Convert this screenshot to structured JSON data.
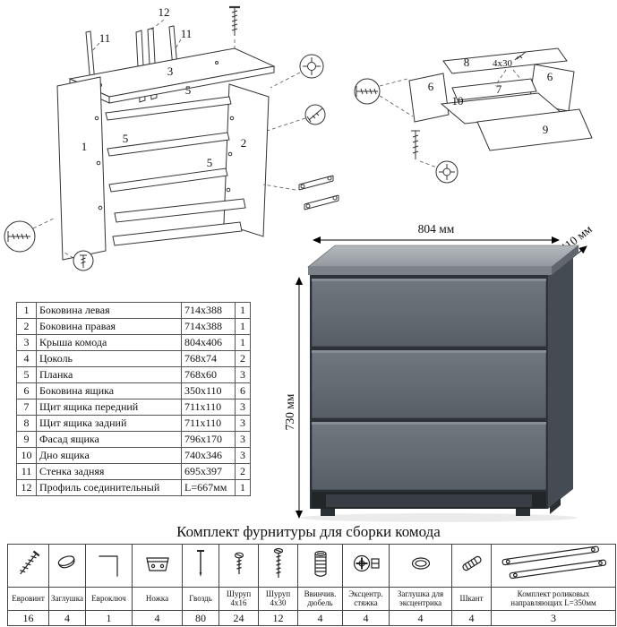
{
  "parts_table": {
    "rows": [
      {
        "num": "1",
        "name": "Боковина левая",
        "size": "714x388",
        "qty": "1"
      },
      {
        "num": "2",
        "name": "Боковина правая",
        "size": "714x388",
        "qty": "1"
      },
      {
        "num": "3",
        "name": "Крыша комода",
        "size": "804x406",
        "qty": "1"
      },
      {
        "num": "4",
        "name": "Цоколь",
        "size": "768x74",
        "qty": "2"
      },
      {
        "num": "5",
        "name": "Планка",
        "size": "768x60",
        "qty": "3"
      },
      {
        "num": "6",
        "name": "Боковина ящика",
        "size": "350x110",
        "qty": "6"
      },
      {
        "num": "7",
        "name": "Щит ящика передний",
        "size": "711x110",
        "qty": "3"
      },
      {
        "num": "8",
        "name": "Щит ящика задний",
        "size": "711x110",
        "qty": "3"
      },
      {
        "num": "9",
        "name": "Фасад ящика",
        "size": "796x170",
        "qty": "3"
      },
      {
        "num": "10",
        "name": "Дно ящика",
        "size": "740x346",
        "qty": "3"
      },
      {
        "num": "11",
        "name": "Стенка задняя",
        "size": "695x397",
        "qty": "2"
      },
      {
        "num": "12",
        "name": "Профиль соединительный",
        "size": "L=667мм",
        "qty": "1"
      }
    ]
  },
  "dresser": {
    "width_label": "804 мм",
    "depth_label": "410 мм",
    "height_label": "730 мм",
    "body_color": "#636a72",
    "top_color": "#a3a9af"
  },
  "carcass_diagram": {
    "labels": {
      "p12": "12",
      "p11a": "11",
      "p11b": "11",
      "p3": "3",
      "p5a": "5",
      "p5b": "5",
      "p5c": "5",
      "p1": "1",
      "p2": "2"
    }
  },
  "drawer_diagram": {
    "labels": {
      "p8": "8",
      "p6a": "6",
      "p6b": "6",
      "p7": "7",
      "p10": "10",
      "p9": "9",
      "screw_size": "4x30"
    }
  },
  "hardware": {
    "title": "Комплект фурнитуры для сборки комода",
    "items": [
      {
        "name": "Евровинт",
        "qty": "16"
      },
      {
        "name": "Заглушка",
        "qty": "4"
      },
      {
        "name": "Евроключ",
        "qty": "1"
      },
      {
        "name": "Ножка",
        "qty": "4"
      },
      {
        "name": "Гвоздь",
        "qty": "80"
      },
      {
        "name": "Шуруп 4х16",
        "qty": "24"
      },
      {
        "name": "Шуруп 4х30",
        "qty": "12"
      },
      {
        "name": "Ввинчив. дюбель",
        "qty": "4"
      },
      {
        "name": "Эксцентр. стяжка",
        "qty": "4"
      },
      {
        "name": "Заглушка для эксцентрика",
        "qty": "4"
      },
      {
        "name": "Шкант",
        "qty": "4"
      },
      {
        "name": "Комплект роликовых направляющих L=350мм",
        "qty": "3"
      }
    ]
  }
}
